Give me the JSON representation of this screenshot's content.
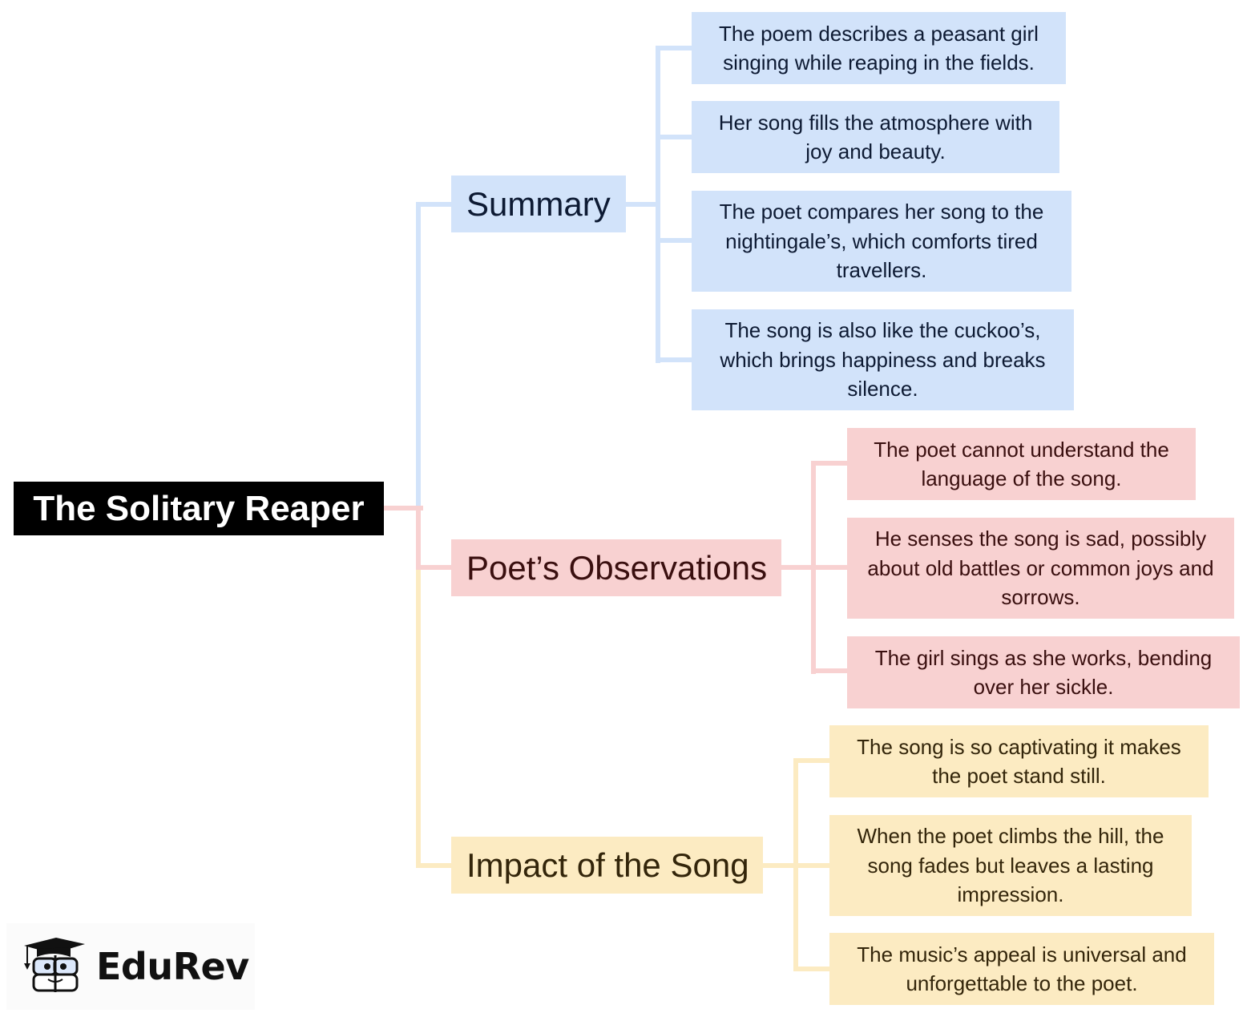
{
  "root": {
    "label": "The Solitary Reaper"
  },
  "branches": [
    {
      "label": "Summary",
      "color": "#d2e3fa",
      "items": [
        "The poem describes a peasant girl singing while reaping in the fields.",
        "Her song fills the atmosphere with joy and beauty.",
        "The poet compares her song to the nightingale’s, which comforts tired travellers.",
        "The song is also like the cuckoo’s, which brings happiness and breaks silence."
      ]
    },
    {
      "label": "Poet’s Observations",
      "color": "#f8d1d1",
      "items": [
        "The poet cannot understand the language of the song.",
        "He senses the song is sad, possibly about old battles or common joys and sorrows.",
        "The girl sings as she works, bending over her sickle."
      ]
    },
    {
      "label": "Impact of the Song",
      "color": "#fcebc2",
      "items": [
        "The song is so captivating it makes the poet stand still.",
        "When the poet climbs the hill, the song fades but leaves a lasting impression.",
        "The music’s appeal is universal and unforgettable to the poet."
      ]
    }
  ],
  "logo": {
    "text": "EduRev",
    "icon": "graduate-mascot-icon"
  }
}
